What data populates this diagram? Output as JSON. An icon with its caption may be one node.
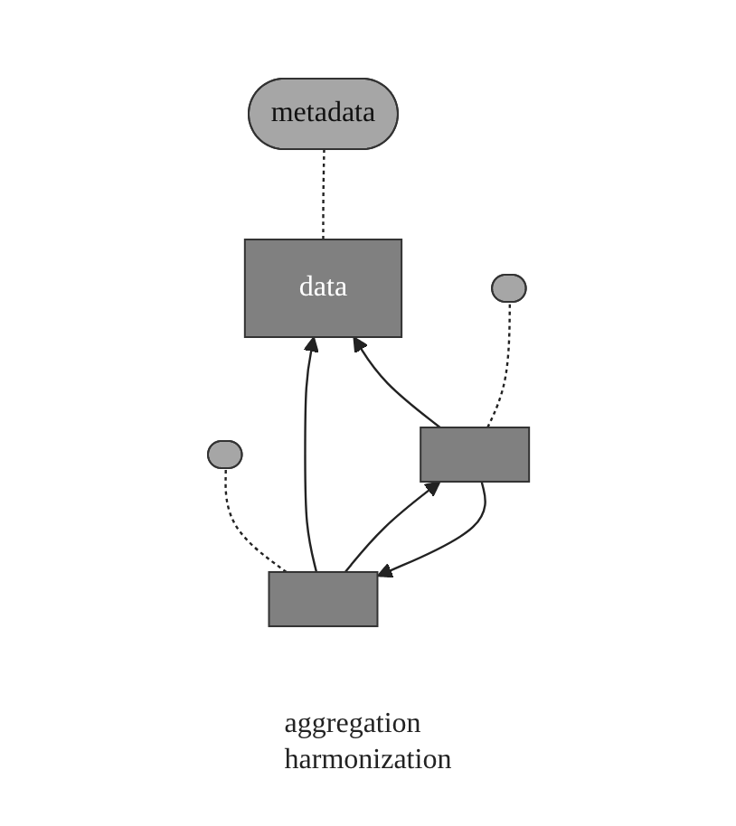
{
  "diagram": {
    "nodes": [
      {
        "text": [
          "data"
        ]
      },
      {
        "text": [
          "metadata"
        ]
      },
      {
        "text": [],
        "shape": "box"
      },
      {
        "text": [],
        "shape": "ellipse"
      },
      {
        "text": [],
        "shape": "box"
      },
      {
        "text": [],
        "shape": "ellipse"
      }
    ],
    "edges": [
      {
        "from": 0,
        "to": 1,
        "arrow": "none",
        "style": "dashed"
      },
      {
        "from": 2,
        "to": 3,
        "arrow": "none",
        "style": "dashed"
      },
      {
        "from": 4,
        "to": 5,
        "arrow": "none",
        "style": "dashed"
      },
      {
        "from": 2,
        "to": 0,
        "arrow": "to"
      },
      {
        "from": 4,
        "to": 0,
        "arrow": "to"
      },
      {
        "from": 2,
        "to": 4,
        "arrow": "to"
      },
      {
        "from": 4,
        "to": 2,
        "arrow": "to"
      }
    ],
    "labels": [
      "aggregation",
      "harmonization"
    ]
  }
}
